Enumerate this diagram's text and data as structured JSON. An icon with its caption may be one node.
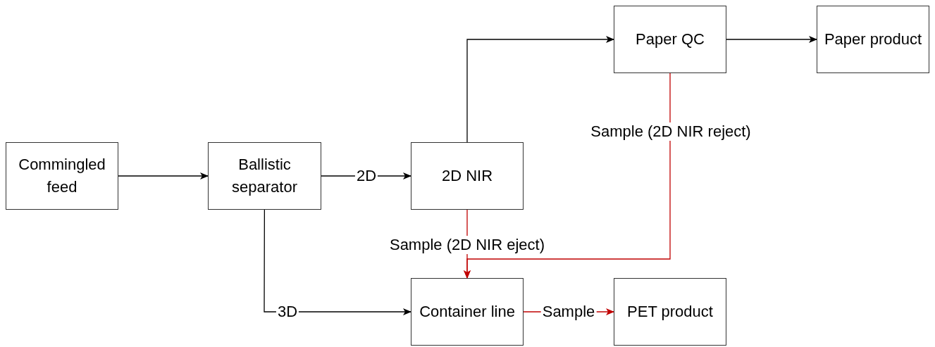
{
  "diagram": {
    "nodes": [
      {
        "text": [
          "Commingled feed"
        ]
      },
      {
        "text": [
          "Ballistic separator"
        ]
      },
      {
        "text": [
          "2D NIR"
        ]
      },
      {
        "text": [
          "Paper QC"
        ]
      },
      {
        "text": [
          "Paper product"
        ]
      },
      {
        "text": [
          "Container line"
        ]
      },
      {
        "text": [
          "PET product"
        ]
      }
    ],
    "edges": [
      {
        "from": 0,
        "to": 1,
        "arrow": "to"
      },
      {
        "from": 1,
        "to": 2,
        "arrow": "to",
        "label": "2D"
      },
      {
        "from": 2,
        "to": 3,
        "arrow": "to"
      },
      {
        "from": 3,
        "to": 4,
        "arrow": "to"
      },
      {
        "from": 1,
        "to": 5,
        "arrow": "to",
        "label": "3D"
      },
      {
        "from": 2,
        "to": 5,
        "arrow": "to",
        "label": "Sample (2D NIR eject)",
        "color": "#c00000"
      },
      {
        "from": 3,
        "to": 5,
        "arrow": "to",
        "label": "Sample (2D NIR reject)",
        "color": "#c00000"
      },
      {
        "from": 5,
        "to": 6,
        "arrow": "to",
        "label": "Sample",
        "color": "#c00000"
      }
    ]
  }
}
